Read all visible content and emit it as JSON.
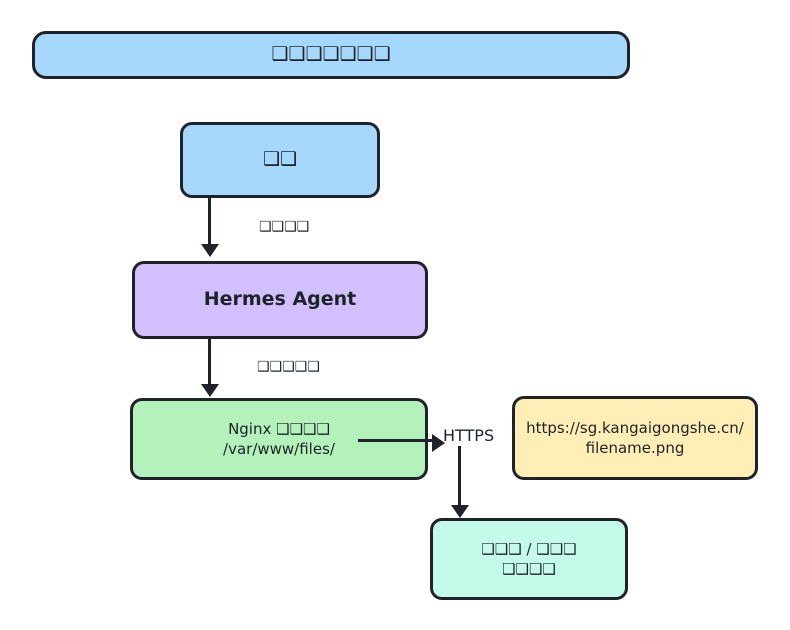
{
  "diagram": {
    "title_node": {
      "label": "❑❑❑❑❑❑❑",
      "color": "#a5d8fc"
    },
    "nodes": [
      {
        "id": "user",
        "label": "❑❑",
        "color": "#a5d8fc"
      },
      {
        "id": "agent",
        "label": "Hermes Agent",
        "color": "#d1c0fd"
      },
      {
        "id": "nginx",
        "line1": "Nginx ❑❑❑❑",
        "line2": "/var/www/files/",
        "color": "#b3f2bb"
      },
      {
        "id": "url",
        "line1": "https://sg.kangaigongshe.cn/",
        "line2": "filename.png",
        "color": "#ffeeb5"
      },
      {
        "id": "client",
        "line1": "❑❑❑ / ❑❑❑",
        "line2": "❑❑❑❑",
        "color": "#c4faea"
      }
    ],
    "edges": [
      {
        "id": "edge1",
        "from": "user",
        "to": "agent",
        "label": "❑❑❑❑"
      },
      {
        "id": "edge2",
        "from": "agent",
        "to": "nginx",
        "label": "❑❑❑❑❑"
      },
      {
        "id": "edge3",
        "from": "nginx",
        "to": "client",
        "label": "HTTPS"
      }
    ],
    "stroke_color": "#1f2329",
    "background": "#ffffff"
  }
}
